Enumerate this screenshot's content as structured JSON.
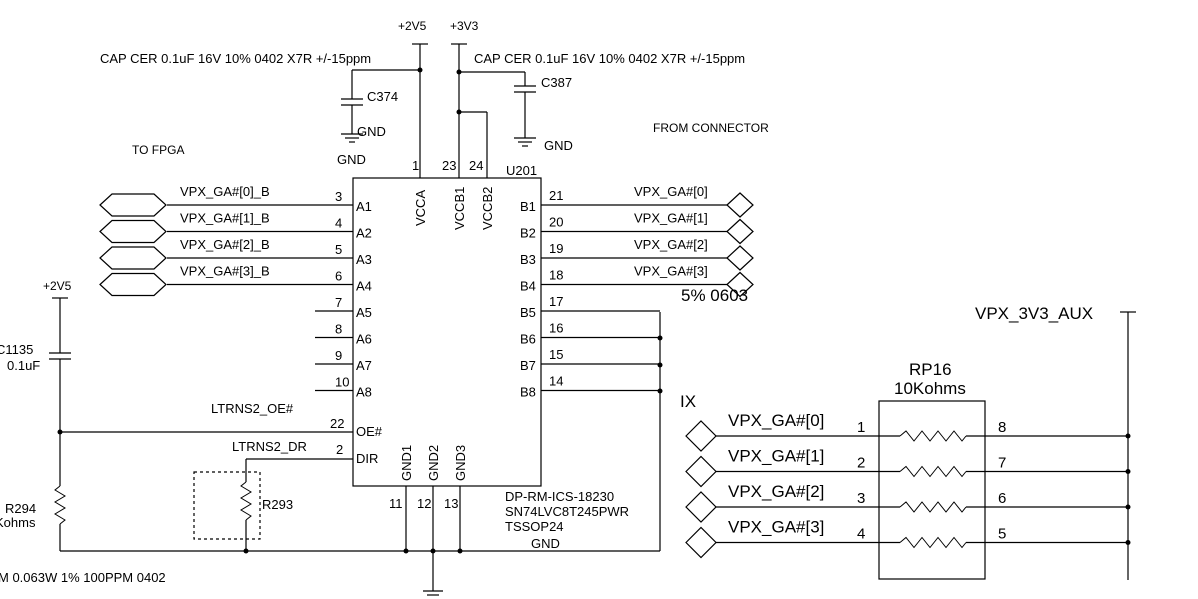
{
  "rails": {
    "plus_2v5": "+2V5",
    "plus_3v3": "+3V3",
    "vpx_3v3_aux": "VPX_3V3_AUX",
    "gnd": "GND"
  },
  "cap_notes": {
    "c374_part": "CAP CER  0.1uF 16V 10% 0402 X7R +/-15ppm",
    "c387_part": "CAP CER  0.1uF 16V 10% 0402 X7R +/-15ppm"
  },
  "caps": {
    "c374": "C374",
    "c387": "C387",
    "c1135": "C1135",
    "c1135_value": "0.1uF"
  },
  "headings": {
    "to_fpga": "TO FPGA",
    "from_connector": "FROM CONNECTOR"
  },
  "u201": {
    "ref": "U201",
    "power_pins": [
      {
        "name": "VCCA",
        "num": "1"
      },
      {
        "name": "VCCB1",
        "num": "23"
      },
      {
        "name": "VCCB2",
        "num": "24"
      }
    ],
    "a_pins": [
      {
        "name": "A1",
        "num": "3",
        "net": "VPX_GA#[0]_B"
      },
      {
        "name": "A2",
        "num": "4",
        "net": "VPX_GA#[1]_B"
      },
      {
        "name": "A3",
        "num": "5",
        "net": "VPX_GA#[2]_B"
      },
      {
        "name": "A4",
        "num": "6",
        "net": "VPX_GA#[3]_B"
      },
      {
        "name": "A5",
        "num": "7",
        "net": ""
      },
      {
        "name": "A6",
        "num": "8",
        "net": ""
      },
      {
        "name": "A7",
        "num": "9",
        "net": ""
      },
      {
        "name": "A8",
        "num": "10",
        "net": ""
      }
    ],
    "b_pins": [
      {
        "name": "B1",
        "num": "21",
        "net": "VPX_GA#[0]"
      },
      {
        "name": "B2",
        "num": "20",
        "net": "VPX_GA#[1]"
      },
      {
        "name": "B3",
        "num": "19",
        "net": "VPX_GA#[2]"
      },
      {
        "name": "B4",
        "num": "18",
        "net": "VPX_GA#[3]"
      },
      {
        "name": "B5",
        "num": "17",
        "net": ""
      },
      {
        "name": "B6",
        "num": "16",
        "net": ""
      },
      {
        "name": "B7",
        "num": "15",
        "net": ""
      },
      {
        "name": "B8",
        "num": "14",
        "net": ""
      }
    ],
    "oe_pin": {
      "name": "OE#",
      "num": "22",
      "net": "LTRNS2_OE#"
    },
    "dir_pin": {
      "name": "DIR",
      "num": "2",
      "net": "LTRNS2_DR"
    },
    "gnd_pins": [
      {
        "name": "GND1",
        "num": "11"
      },
      {
        "name": "GND2",
        "num": "12"
      },
      {
        "name": "GND3",
        "num": "13"
      }
    ],
    "part_number": "DP-RM-ICS-18230",
    "device": "SN74LVC8T245PWR",
    "package": "TSSOP24",
    "gnd_label": "GND"
  },
  "resistors": {
    "r293": "R293",
    "r294": "R294",
    "r294_value": "Kohms",
    "bottom_note": "M 0.063W 1% 100PPM 0402",
    "mid_note": "5% 0603"
  },
  "rp16": {
    "ref": "RP16",
    "value": "10Kohms",
    "partial_label": "IX",
    "rows": [
      {
        "net": "VPX_GA#[0]",
        "left_pin": "1",
        "right_pin": "8"
      },
      {
        "net": "VPX_GA#[1]",
        "left_pin": "2",
        "right_pin": "7"
      },
      {
        "net": "VPX_GA#[2]",
        "left_pin": "3",
        "right_pin": "6"
      },
      {
        "net": "VPX_GA#[3]",
        "left_pin": "4",
        "right_pin": "5"
      }
    ]
  }
}
